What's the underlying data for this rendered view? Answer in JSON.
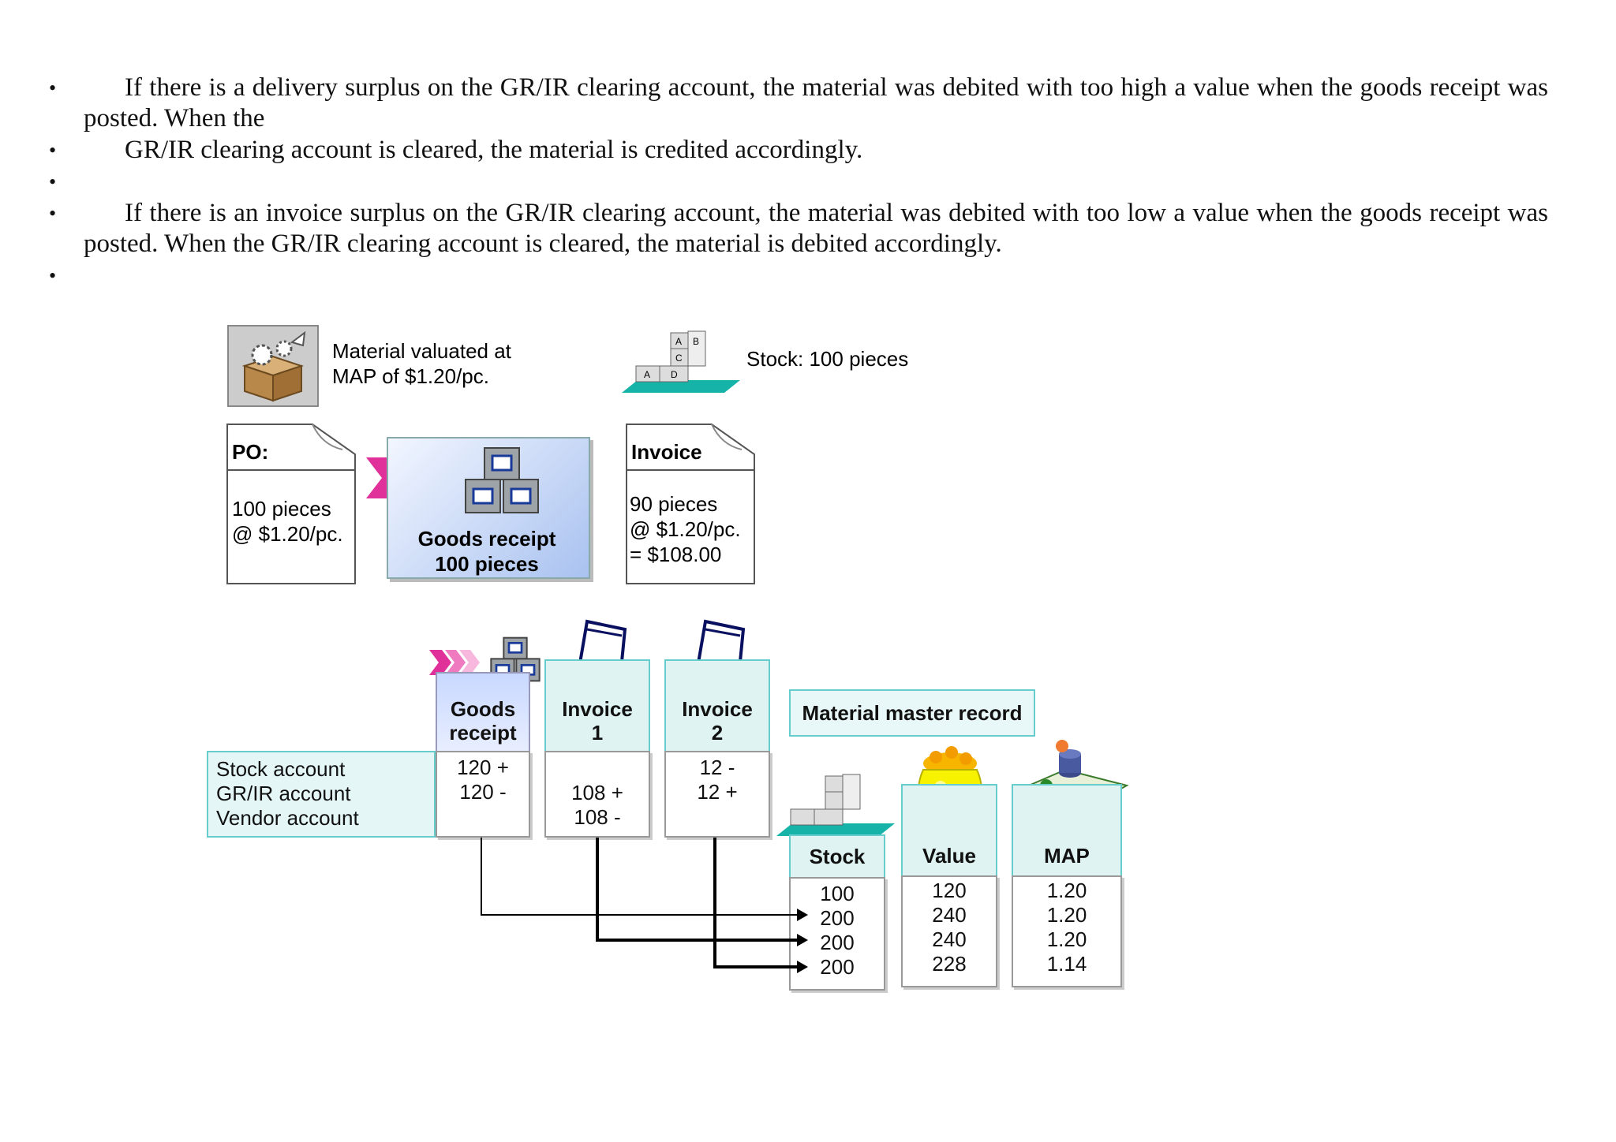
{
  "bullets": [
    {
      "text": "If there is a delivery surplus on the GR/IR clearing account, the material was debited with too high a value when the goods receipt was posted. When the"
    },
    {
      "text": "GR/IR clearing account is cleared, the material is credited accordingly."
    },
    {
      "text": ""
    },
    {
      "text": "If there is an invoice surplus on the GR/IR clearing account, the material was debited with too low a value when the goods receipt was posted. When the GR/IR clearing account is cleared, the material is debited accordingly."
    },
    {
      "text": ""
    }
  ],
  "diagram": {
    "material_note_1": "Material valuated at",
    "material_note_2": "MAP of $1.20/pc.",
    "stock_note": "Stock: 100 pieces",
    "po": {
      "title": "PO:",
      "line1": "100 pieces",
      "line2": "@ $1.20/pc."
    },
    "goods_receipt": {
      "line1": "Goods receipt",
      "line2": "100 pieces"
    },
    "invoice": {
      "title": "Invoice",
      "line1": "90 pieces",
      "line2": "@ $1.20/pc.",
      "line3": "= $108.00"
    },
    "accounts": {
      "labels": [
        "Stock account",
        "GR/IR account",
        "Vendor account"
      ],
      "gr_header_1": "Goods",
      "gr_header_2": "receipt",
      "inv1_header_1": "Invoice",
      "inv1_header_2": "1",
      "inv2_header_1": "Invoice",
      "inv2_header_2": "2",
      "gr_values": [
        "120  +",
        "120  -"
      ],
      "inv1_values": [
        "108  +",
        "108  -"
      ],
      "inv2_values": [
        "12  -",
        "12  +"
      ]
    },
    "master": {
      "title": "Material master record",
      "stock_header": "Stock",
      "value_header": "Value",
      "map_header": "MAP",
      "stock": [
        "100",
        "200",
        "200",
        "200"
      ],
      "value": [
        "120",
        "240",
        "240",
        "228"
      ],
      "map": [
        "1.20",
        "1.20",
        "1.20",
        "1.14"
      ]
    }
  }
}
